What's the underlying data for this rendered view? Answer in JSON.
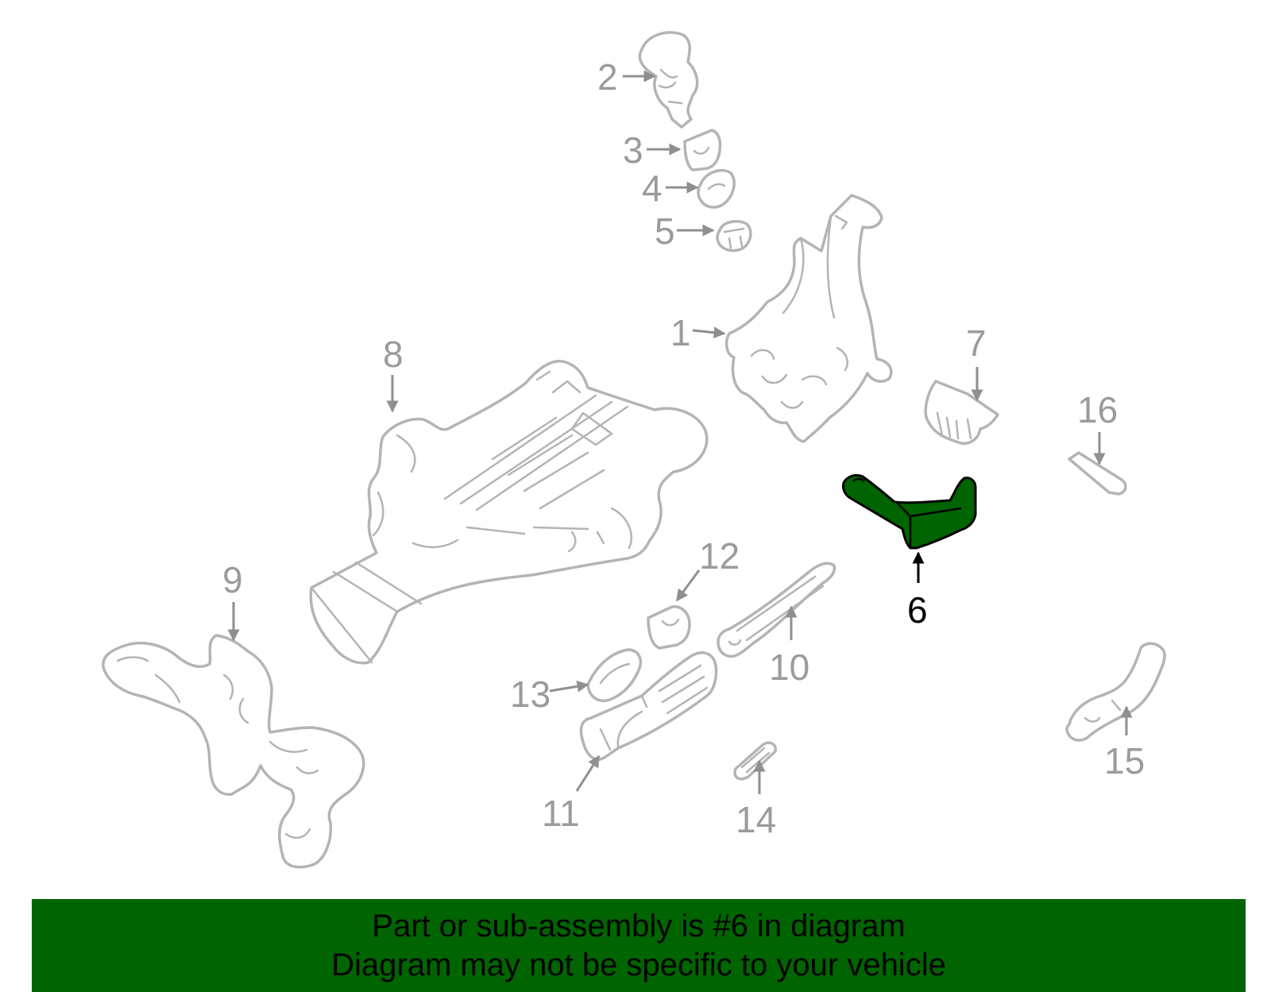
{
  "diagram": {
    "highlighted_callout": "6",
    "callouts": [
      "1",
      "2",
      "3",
      "4",
      "5",
      "6",
      "7",
      "8",
      "9",
      "10",
      "11",
      "12",
      "13",
      "14",
      "15",
      "16"
    ]
  },
  "banner": {
    "line1": "Part or sub-assembly is #6 in diagram",
    "line2": "Diagram may not be specific to your vehicle"
  },
  "colors": {
    "highlight_fill": "#006400",
    "banner_background": "#006400",
    "part_outline": "#b4b4b4",
    "callout_text": "#9b9b9b"
  }
}
